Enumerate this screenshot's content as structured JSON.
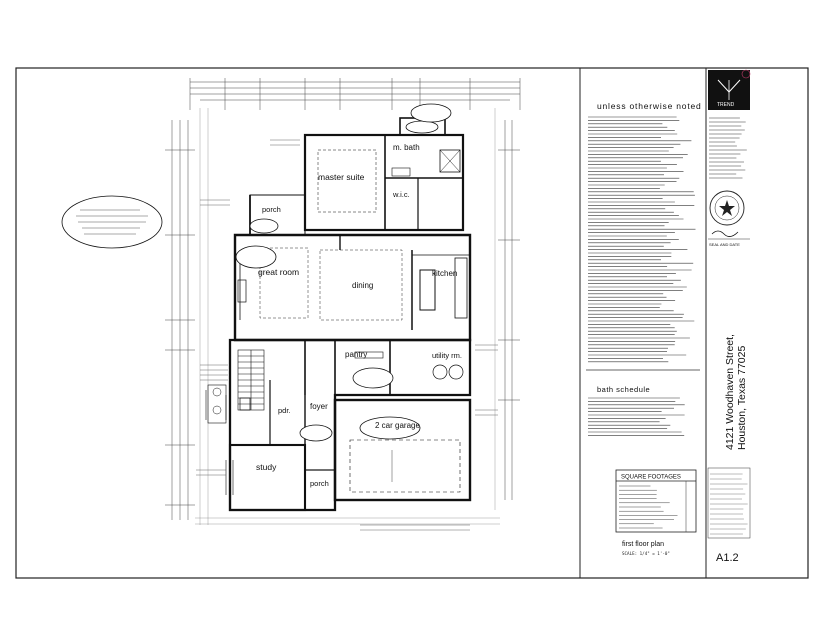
{
  "plan": {
    "rooms": {
      "m_bath": "m. bath",
      "master_suite": "master suite",
      "wic": "w.i.c.",
      "porch_rear": "porch",
      "great_room": "great room",
      "dining": "dining",
      "kitchen": "kitchen",
      "pantry": "pantry",
      "utility": "utility rm.",
      "pdr": "pdr.",
      "foyer": "foyer",
      "garage": "2 car garage",
      "study": "study",
      "porch_front": "porch"
    }
  },
  "notes": {
    "heading": "unless otherwise noted",
    "bath_heading": "bath schedule"
  },
  "title_block": {
    "brand": "TREND",
    "seal_caption": "SEAL AND DATE",
    "address_line1": "4121 Woodhaven Street,",
    "address_line2": "Houston, Texas 77025",
    "sheet_number": "A1.2"
  },
  "footage": {
    "heading": "SQUARE FOOTAGES"
  },
  "drawing_title": {
    "title": "first floor plan",
    "scale": "SCALE: 1/4\" = 1'-0\""
  },
  "colors": {
    "line": "#111111",
    "faint": "#555555",
    "stamp": "#c43c6b"
  }
}
